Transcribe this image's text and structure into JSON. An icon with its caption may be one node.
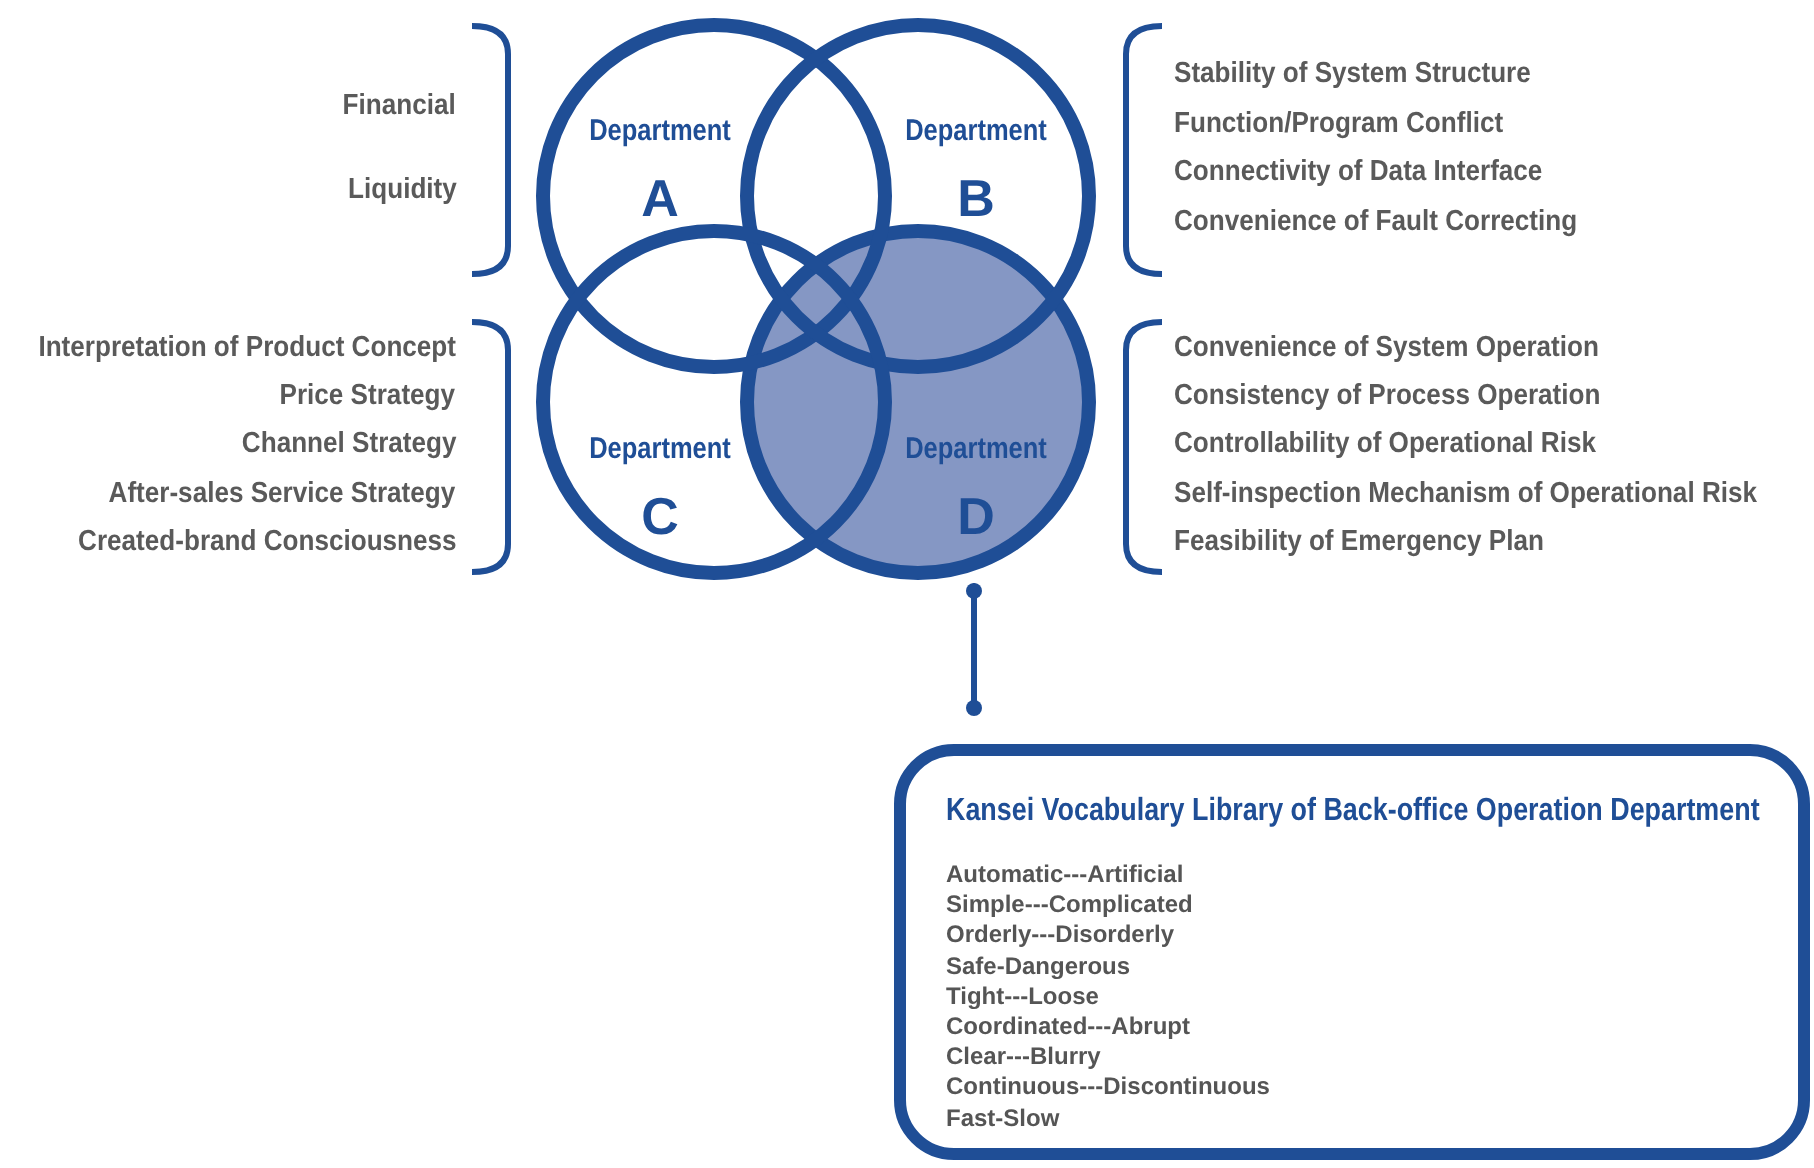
{
  "diagram": {
    "nodes": [
      {
        "text": [
          "Department",
          "A"
        ]
      },
      {
        "text": [
          "Department",
          "B"
        ]
      },
      {
        "text": [
          "Department",
          "C"
        ]
      },
      {
        "text": [
          "Department",
          "D"
        ]
      },
      {
        "text": [
          "Kansei Vocabulary Library of Back-office Operation Department",
          "Automatic---Artificial",
          "Simple---Complicated",
          "Orderly---Disorderly",
          "Safe-Dangerous",
          "Tight---Loose",
          "Coordinated---Abrupt",
          "Clear---Blurry",
          "Continuous---Discontinuous",
          "Fast-Slow"
        ]
      }
    ],
    "edges": [
      {
        "from": 3,
        "to": 4,
        "arrow": "other"
      }
    ],
    "labels": [
      "Financial",
      "Liquidity",
      "Stability of System Structure",
      "Function/Program Conflict",
      "Connectivity of Data Interface",
      "Convenience of Fault Correcting",
      "Interpretation of Product Concept",
      "Price Strategy",
      "Channel Strategy",
      "After-sales Service Strategy",
      "Created-brand Consciousness",
      "Convenience of System Operation",
      "Consistency of Process Operation",
      "Controllability of Operational Risk",
      "Self-inspection Mechanism of Operational Risk",
      "Feasibility of Emergency Plan"
    ]
  }
}
